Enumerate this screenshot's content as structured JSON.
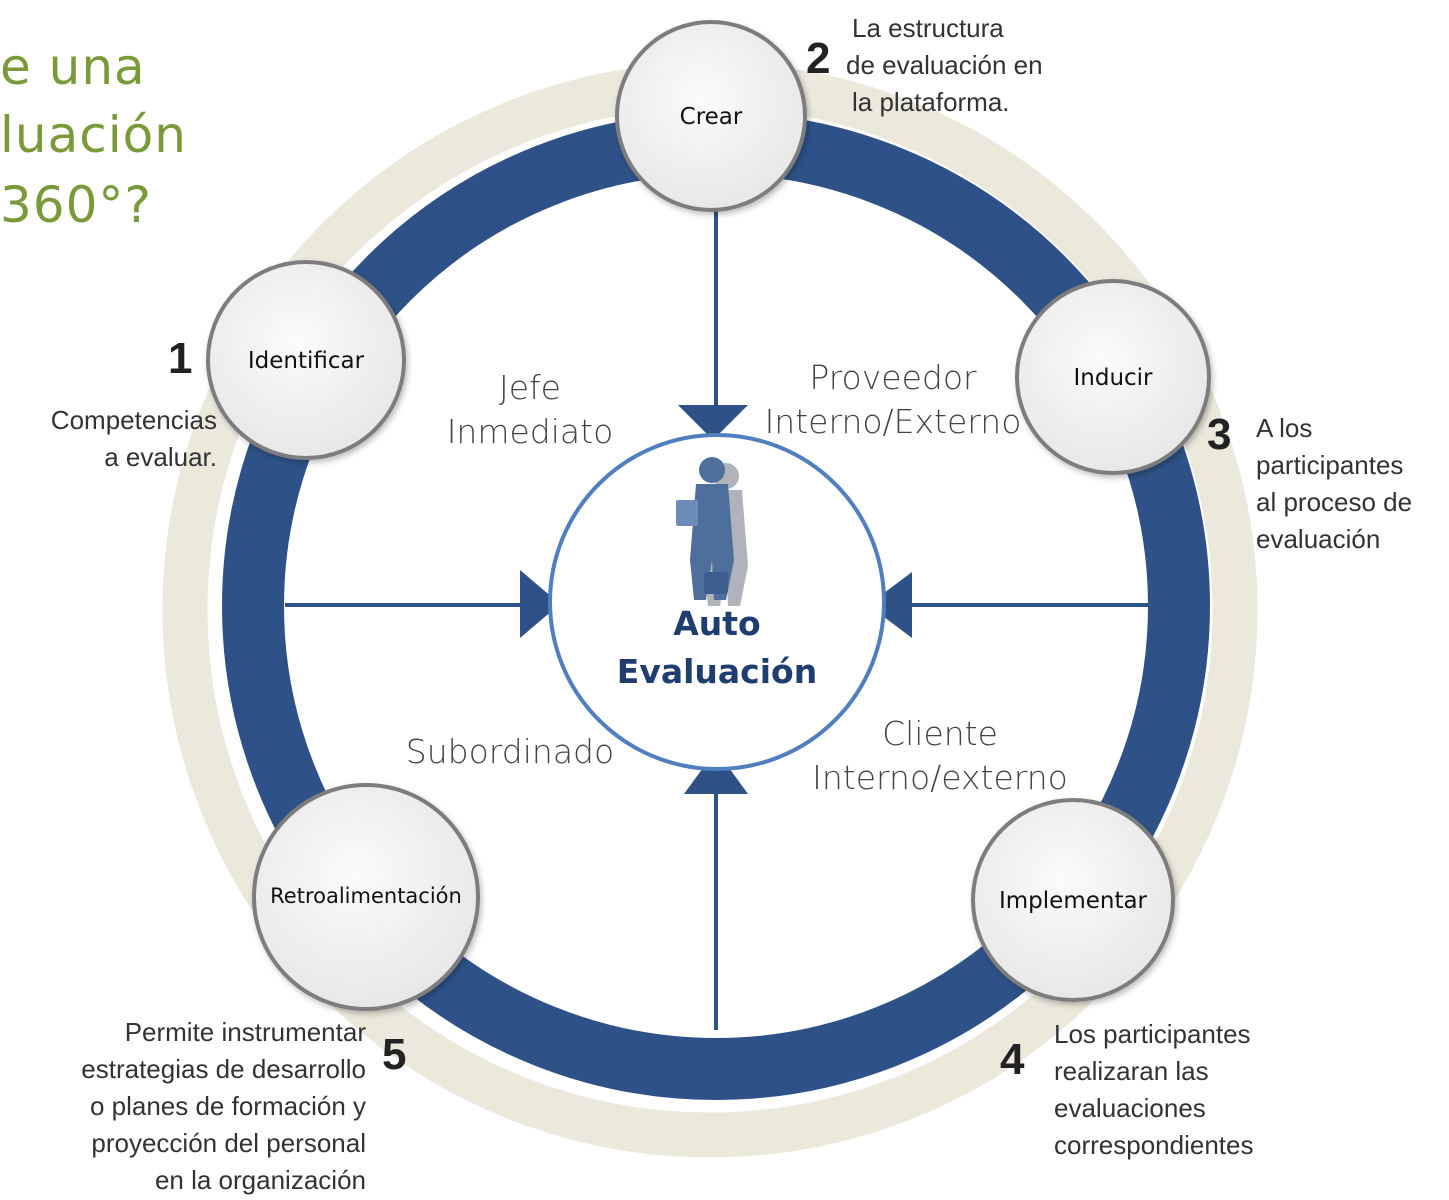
{
  "title": {
    "line1": "e una",
    "line2": "luación",
    "line3": "360°?"
  },
  "center": {
    "line1": "Auto",
    "line2": "Evaluación",
    "icon": "businessman-icon"
  },
  "roles": {
    "top_left": {
      "line1": "Jefe",
      "line2": "Inmediato"
    },
    "top_right": {
      "line1": "Proveedor",
      "line2": "Interno/Externo"
    },
    "bottom_left": {
      "line1": "Subordinado"
    },
    "bottom_right": {
      "line1": "Cliente",
      "line2": "Interno/externo"
    }
  },
  "steps": [
    {
      "number": "1",
      "node": "Identificar",
      "desc": [
        "Competencias",
        "a evaluar."
      ]
    },
    {
      "number": "2",
      "node": "Crear",
      "desc": [
        "La estructura",
        "de evaluación en",
        "la plataforma."
      ]
    },
    {
      "number": "3",
      "node": "Inducir",
      "desc": [
        "A los",
        "participantes",
        "al proceso de",
        "evaluación"
      ]
    },
    {
      "number": "4",
      "node": "Implementar",
      "desc": [
        "Los participantes",
        "realizaran las",
        "evaluaciones",
        "correspondientes"
      ]
    },
    {
      "number": "5",
      "node": "Retroalimentación",
      "desc": [
        "Permite instrumentar",
        "estrategias de desarrollo",
        "o planes de formación y",
        "proyección del personal",
        "en la organización"
      ]
    }
  ],
  "colors": {
    "ring": "#2e5288",
    "halo": "#ebe8dc",
    "node_fill": "#f2f2f2",
    "node_stroke": "#7d7d7d",
    "center_stroke": "#4f7fbf",
    "title": "#7a9a3a",
    "center_text": "#1f3d70"
  }
}
